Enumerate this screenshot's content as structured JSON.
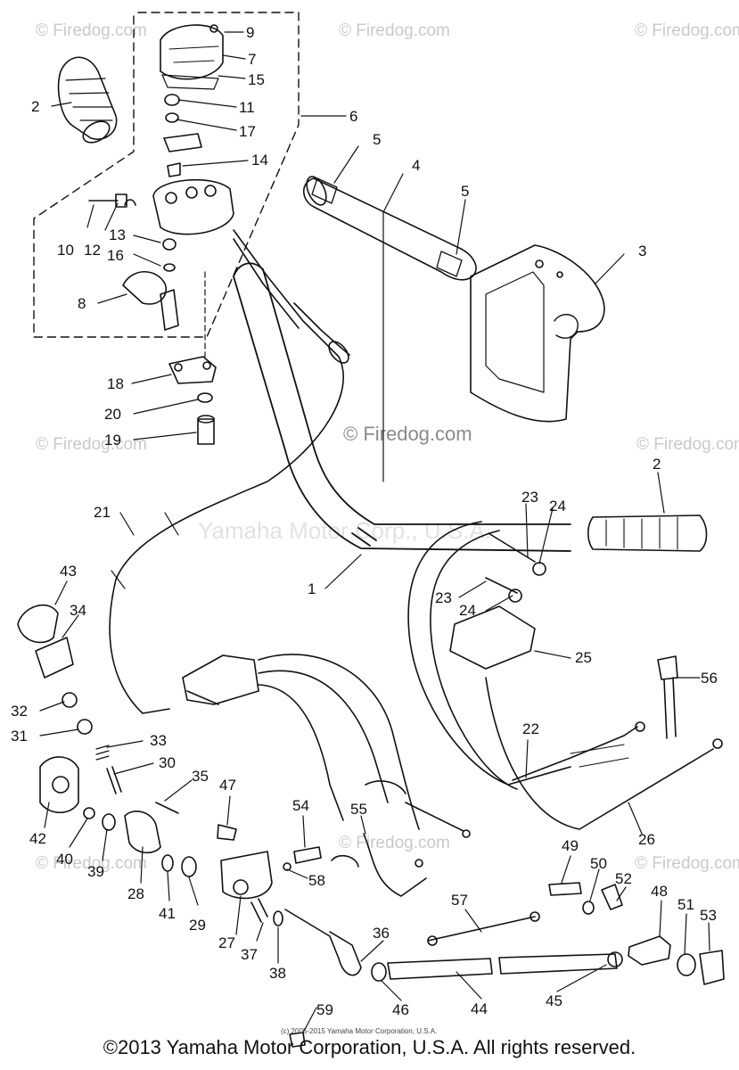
{
  "watermark": {
    "site": "© Firedog.com",
    "center": "© Firedog.com",
    "yamaha": "Yamaha Motor Corp., U.S.A."
  },
  "small_copyright": "(c) 2005-2015 Yamaha Motor Corporation, U.S.A.",
  "footer": "©2013 Yamaha Motor Corporation, U.S.A. All rights reserved.",
  "callouts": [
    "9",
    "7",
    "15",
    "2",
    "11",
    "17",
    "6",
    "14",
    "5",
    "4",
    "5",
    "3",
    "10",
    "12",
    "13",
    "16",
    "8",
    "18",
    "20",
    "19",
    "2",
    "21",
    "23",
    "24",
    "23",
    "24",
    "1",
    "43",
    "34",
    "25",
    "56",
    "32",
    "31",
    "33",
    "30",
    "22",
    "35",
    "47",
    "54",
    "55",
    "42",
    "40",
    "39",
    "28",
    "41",
    "29",
    "58",
    "26",
    "49",
    "50",
    "52",
    "48",
    "51",
    "53",
    "57",
    "27",
    "37",
    "38",
    "36",
    "46",
    "44",
    "45",
    "59"
  ]
}
